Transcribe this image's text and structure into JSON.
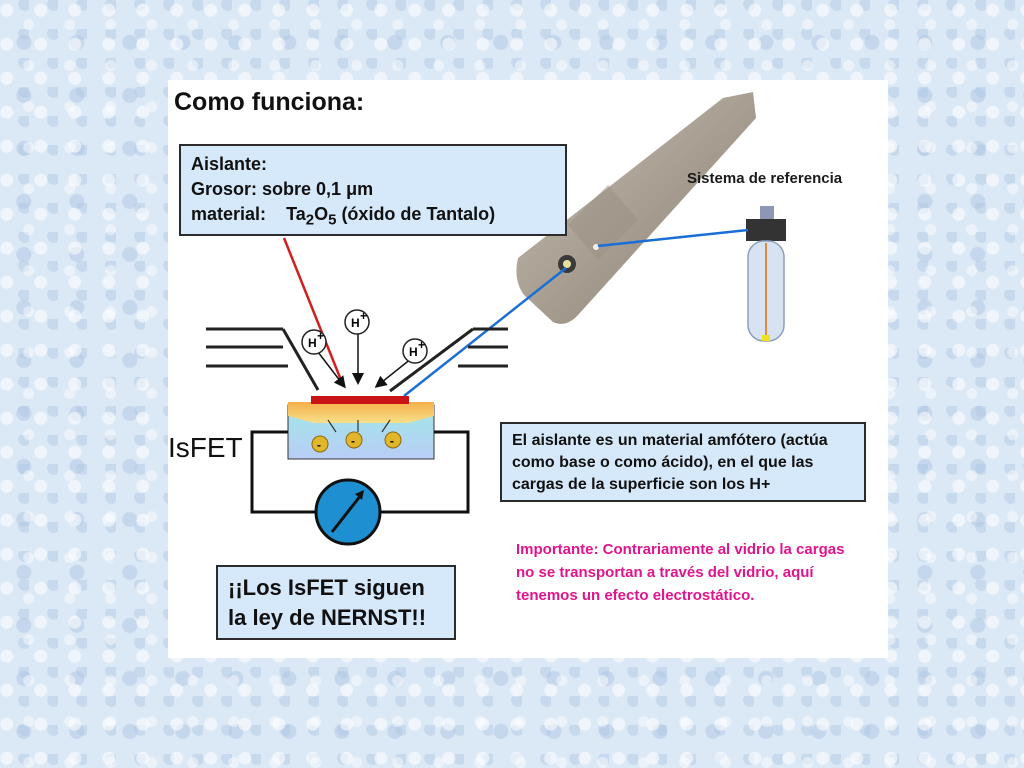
{
  "title": "Como funciona:",
  "insulator_box": {
    "heading": "Aislante:",
    "thickness_prefix": "Grosor: sobre 0,1 ",
    "thickness_unit": "μm",
    "material_label": "material:",
    "material_formula": {
      "el1": "Ta",
      "sub1": "2",
      "el2": "O",
      "sub2": "5"
    },
    "material_name": " (óxido de Tantalo)"
  },
  "reference_label": "Sistema de referencia",
  "isfet_label": "IsFET",
  "ion_label": "H",
  "ion_charge": "+",
  "charge_symbol": "-",
  "amphoteric_text": "El aislante es un material amfótero (actúa como base o como ácido), en el que las cargas de la superficie son los H+",
  "nernst_text": "¡¡Los IsFET siguen la ley de NERNST!!",
  "important_note": "Importante: Contrariamente al vidrio la cargas no se transportan a través del vidrio, aquí tenemos un efecto electrostático.",
  "colors": {
    "box_fill": "#d6e9fa",
    "note_text": "#e0158c",
    "pointer_red": "#d21e1e",
    "pointer_blue": "#1a6fd6",
    "gate_red": "#c81414",
    "meter_fill": "#1e8fd0"
  }
}
